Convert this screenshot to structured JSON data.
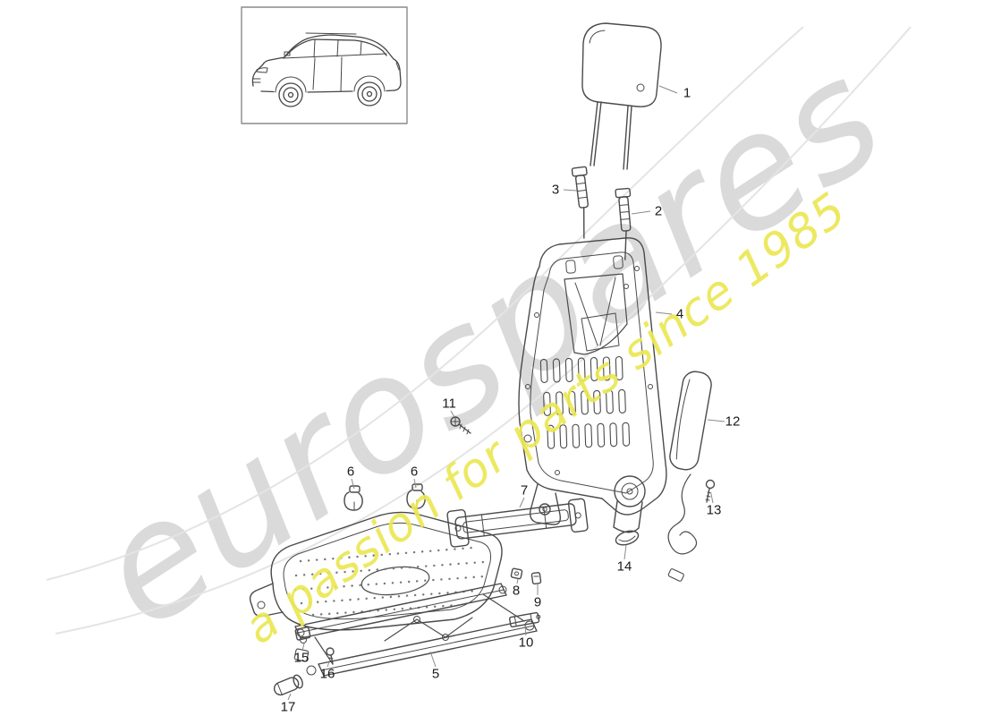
{
  "watermark": {
    "brand": "eurospares",
    "tagline": "a passion for parts since 1985",
    "brand_color": "#dadada",
    "tagline_color": "#eae754"
  },
  "diagram": {
    "line_color": "#4a4a4a",
    "leader_color": "#8a8a8a",
    "swoosh_color": "#e4e4e4"
  },
  "callouts": [
    {
      "label": "1"
    },
    {
      "label": "2"
    },
    {
      "label": "3"
    },
    {
      "label": "4"
    },
    {
      "label": "5"
    },
    {
      "label": "6"
    },
    {
      "label": "6"
    },
    {
      "label": "7"
    },
    {
      "label": "8"
    },
    {
      "label": "9"
    },
    {
      "label": "10"
    },
    {
      "label": "11"
    },
    {
      "label": "12"
    },
    {
      "label": "13"
    },
    {
      "label": "14"
    },
    {
      "label": "15"
    },
    {
      "label": "16"
    },
    {
      "label": "17"
    }
  ]
}
